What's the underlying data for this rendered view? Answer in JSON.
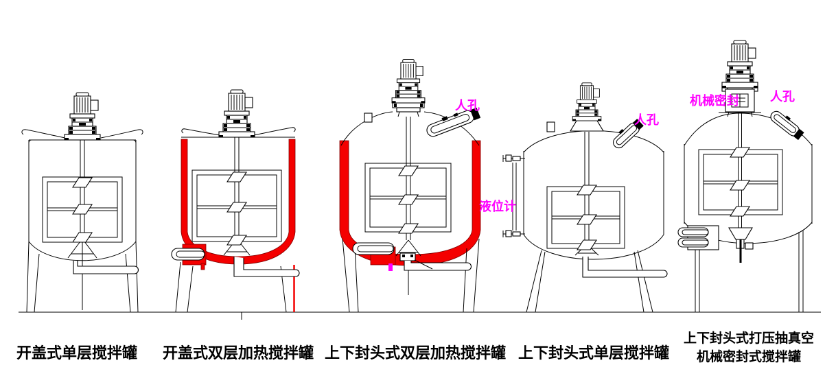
{
  "colors": {
    "background": "#FFFFFF",
    "line": "#000000",
    "jacket_red": "#F40000",
    "annotation_magenta": "#FF00FF"
  },
  "captions": [
    {
      "label": "开盖式单层搅拌罐"
    },
    {
      "label": "开盖式双层加热搅拌罐"
    },
    {
      "label": "上下封头式双层加热搅拌罐"
    },
    {
      "label": "上下封头式单层搅拌罐"
    },
    {
      "line1": "上下封头式打压抽真空",
      "line2": "机械密封式搅拌罐"
    }
  ],
  "annotations": {
    "tank3_manhole": "人孔",
    "tank4_manhole": "人孔",
    "tank5_manhole": "人孔",
    "tank4_level_gauge": "液位计",
    "tank5_mechanical_seal": "机械密封"
  }
}
